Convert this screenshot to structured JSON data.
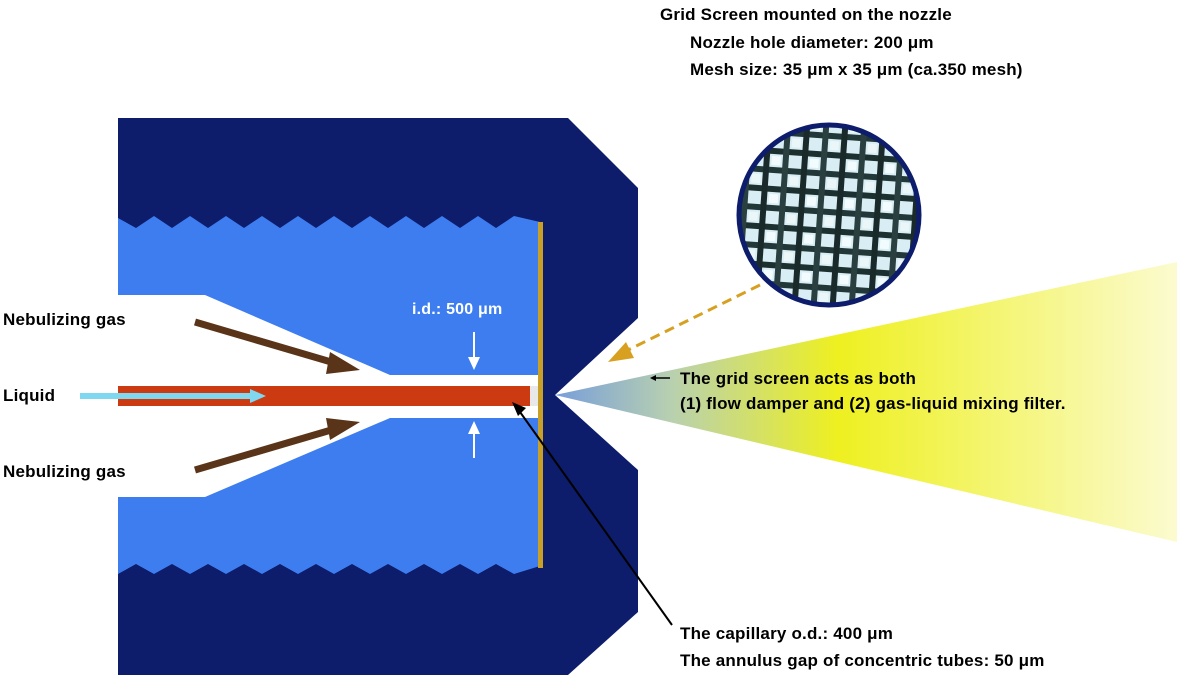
{
  "grid_info": {
    "title": "Grid Screen mounted on the nozzle",
    "hole_diameter": "Nozzle hole diameter: 200 μm",
    "mesh_size": "Mesh size: 35 μm x 35 μm (ca.350 mesh)"
  },
  "labels": {
    "gas_top": "Nebulizing gas",
    "liquid": "Liquid",
    "gas_bottom": "Nebulizing gas",
    "inner_diameter": "i.d.: 500 μm"
  },
  "screen_note": {
    "line1": "The grid screen acts as both",
    "line2": "(1) flow damper and (2) gas-liquid mixing filter."
  },
  "capillary_note": {
    "line1": "The capillary o.d.: 400 μm",
    "line2": "The annulus gap of concentric tubes: 50 μm"
  },
  "colors": {
    "body_dark": "#0d1c6b",
    "body_light": "#3d7df0",
    "capillary": "#cc3a12",
    "screen": "#c8a028",
    "spray": "#eef020",
    "gas_arrow": "#5a3418",
    "liquid_arrow": "#7fd8f0"
  }
}
